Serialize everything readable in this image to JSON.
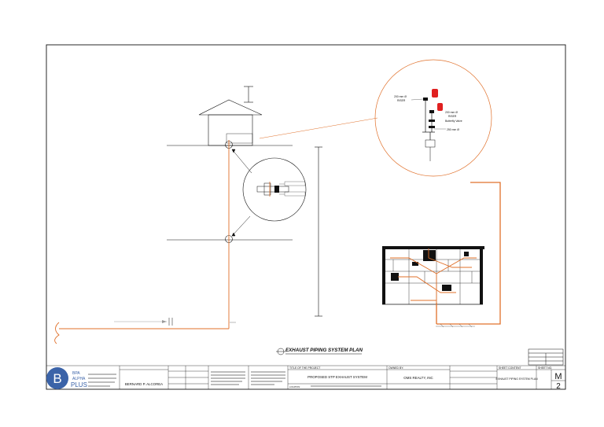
{
  "drawing": {
    "plan_title": "EXHAUST PIPING SYSTEM PLAN",
    "sheet_code": "M",
    "sheet_number": "2",
    "colors": {
      "pipe": "#e0702a",
      "line": "#1a1a1a",
      "valve": "#e02020",
      "logo": "#3b63a8"
    }
  },
  "callouts": {
    "riser_upper": [
      "200 mm Ø",
      "RISER"
    ],
    "riser_lower": [
      "200 mm Ø",
      "RISER",
      "Butterfly Valve"
    ],
    "pipe_250": "250 mm Ø"
  },
  "title_block": {
    "logo": {
      "letter": "B",
      "brand_line1": "BPA",
      "brand_line2": "ALPHA",
      "brand_line3": "PLUS"
    },
    "engineer_name": "BERNARD P. ALCOREA",
    "project_header": "TITLE OF THE PROJECT",
    "project_title": "PROPOSED STP EXHAUST SYSTEM",
    "owner_header": "OWNED BY:",
    "owner_name": "OMS REALTY, INC",
    "location_label": "LOCATION:",
    "sheet_contents_header": "SHEET CONTENT",
    "sheet_contents": "EXHAUST PIPING SYSTEM PLAN",
    "sheet_no_header": "SHEET NO."
  }
}
